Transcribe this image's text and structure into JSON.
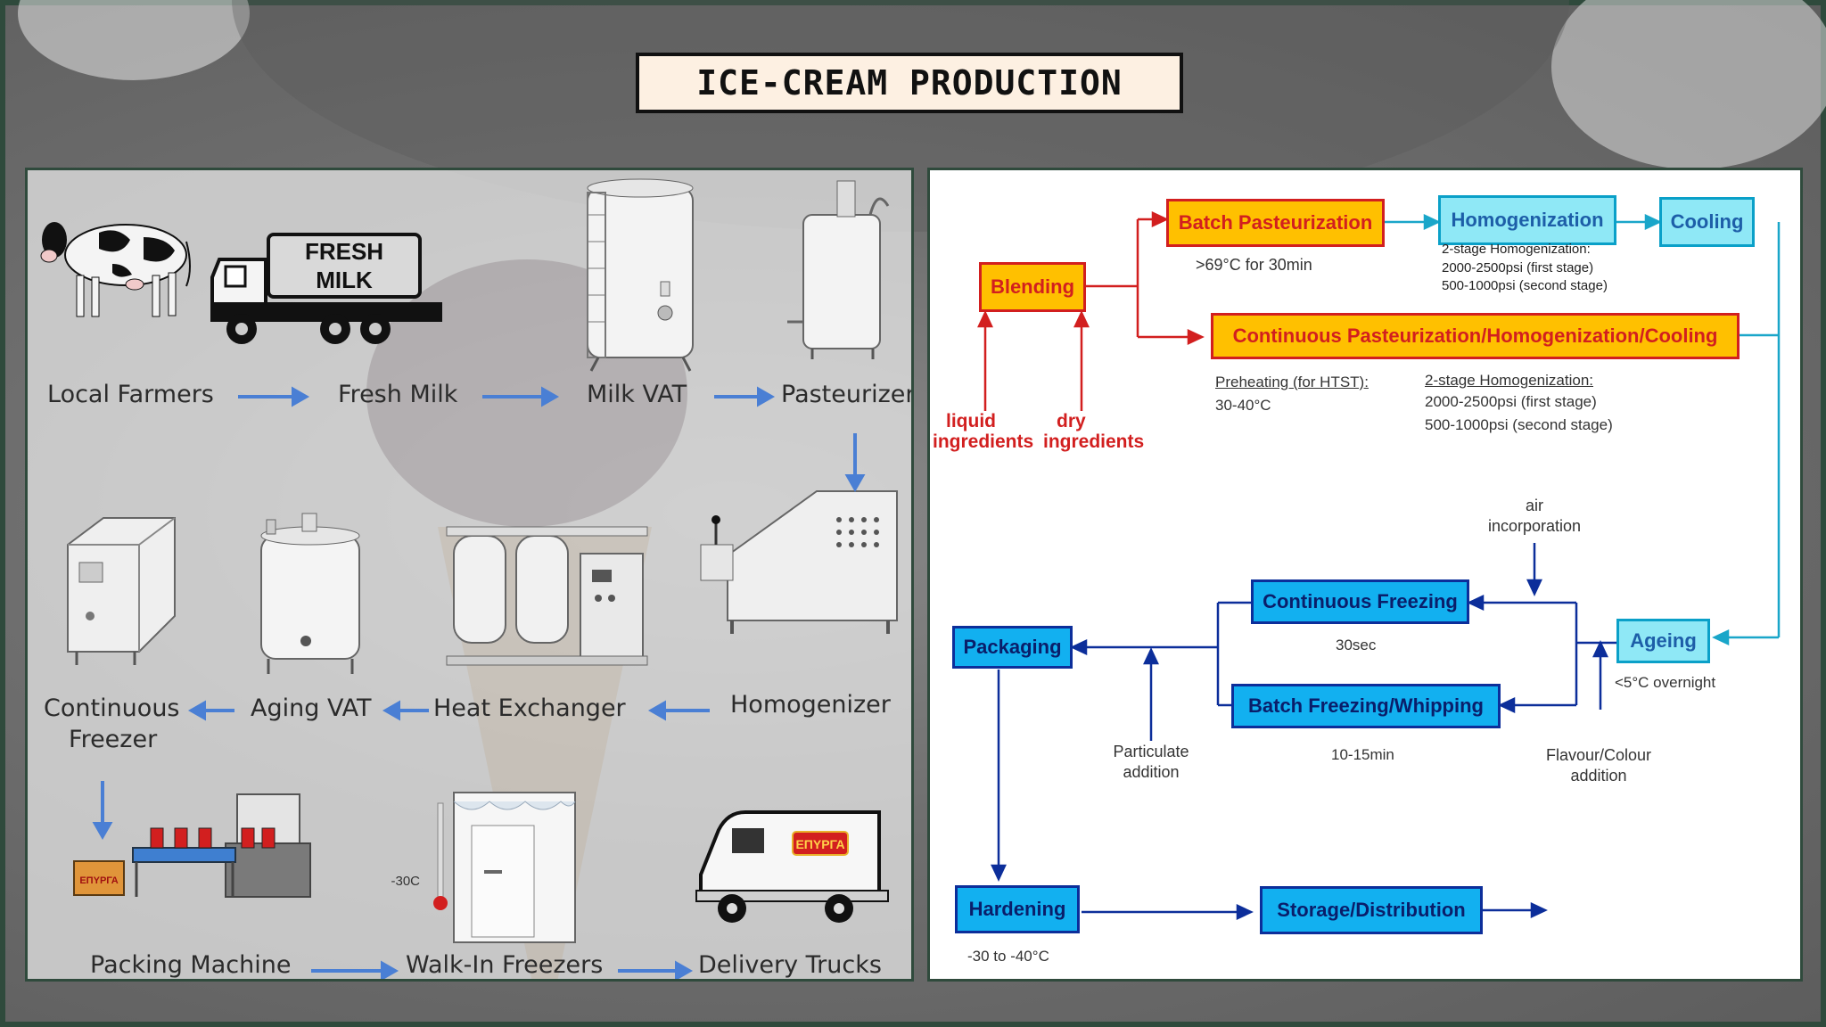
{
  "title": "ICE-CREAM PRODUCTION",
  "colors": {
    "frame": "#2f4a3c",
    "title_bg": "#fdf0e2",
    "arrow_left": "#4a7fd4",
    "red": "#d21f1f",
    "amber": "#ffc000",
    "cyan": "#8fe8f6",
    "blue_box": "#12b0f0",
    "navy": "#0c2e9a"
  },
  "left_flow": {
    "stages": [
      {
        "label": "Local Farmers",
        "icon": "cow-icon"
      },
      {
        "label": "Fresh Milk",
        "icon": "milk-truck-icon"
      },
      {
        "label": "Milk VAT",
        "icon": "milk-vat-icon"
      },
      {
        "label": "Pasteurizer",
        "icon": "pasteurizer-icon"
      },
      {
        "label": "Homogenizer",
        "icon": "homogenizer-icon"
      },
      {
        "label": "Heat Exchanger",
        "icon": "heat-exchanger-icon"
      },
      {
        "label": "Aging VAT",
        "icon": "aging-vat-icon"
      },
      {
        "label": "Continuous",
        "label2": "Freezer",
        "icon": "continuous-freezer-icon"
      },
      {
        "label": "Packing Machine",
        "icon": "packing-machine-icon"
      },
      {
        "label": "Walk-In Freezers",
        "icon": "walk-in-freezer-icon"
      },
      {
        "label": "Delivery Trucks",
        "icon": "delivery-truck-icon"
      }
    ],
    "truck_text": [
      "FRESH",
      "MILK"
    ],
    "thermometer_label": "-30C",
    "brand_text": "ΕΠΥΡΓΑ"
  },
  "right_flow": {
    "blending": "Blending",
    "batch_pasteurization": "Batch Pasteurization",
    "batch_temp": ">69°C for 30min",
    "homogenization": "Homogenization",
    "homog_notes": [
      "2-stage Homogenization:",
      "2000-2500psi (first stage)",
      "500-1000psi (second stage)"
    ],
    "cooling": "Cooling",
    "continuous_past": "Continuous Pasteurization/Homogenization/Cooling",
    "preheating_title": "Preheating (for HTST):",
    "preheating_value": "30-40°C",
    "homog2_title": "2-stage Homogenization:",
    "homog2_lines": [
      "2000-2500psi (first stage)",
      "500-1000psi (second stage)"
    ],
    "liquid": [
      "liquid",
      "ingredients"
    ],
    "dry": [
      "dry",
      "ingredients"
    ],
    "air": [
      "air",
      "incorporation"
    ],
    "continuous_freezing": "Continuous Freezing",
    "cf_time": "30sec",
    "batch_freezing": "Batch Freezing/Whipping",
    "bf_time": "10-15min",
    "ageing": "Ageing",
    "ageing_note": "<5°C overnight",
    "packaging": "Packaging",
    "particulate": [
      "Particulate",
      "addition"
    ],
    "flavour": [
      "Flavour/Colour",
      "addition"
    ],
    "hardening": "Hardening",
    "hardening_temp": "-30 to -40°C",
    "storage": "Storage/Distribution"
  }
}
